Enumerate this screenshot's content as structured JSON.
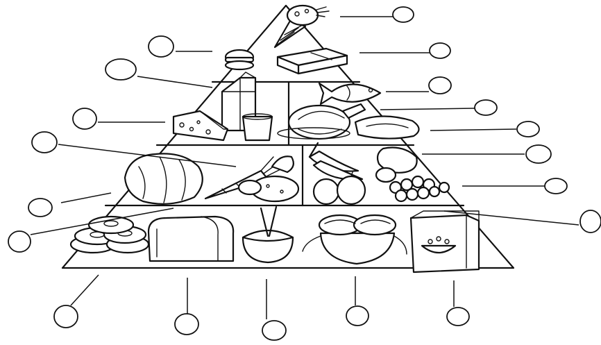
{
  "colors": {
    "ink": "#111111",
    "paper": "#ffffff"
  },
  "pyramid": {
    "levels": [
      {
        "name": "fats-oils-sweets",
        "icons": [
          "ice-cream-cone-icon",
          "butter-stick-icon",
          "burger-bun-icon"
        ]
      },
      {
        "name": "dairy-and-protein",
        "icons": [
          "milk-carton-icon",
          "cheese-wedge-icon",
          "glass-of-milk-icon",
          "fish-icon",
          "roast-chicken-icon",
          "steak-icon"
        ]
      },
      {
        "name": "vegetables-and-fruits",
        "icons": [
          "cabbage-icon",
          "carrot-icon",
          "potato-icon",
          "banana-bunch-icon",
          "orange-icon",
          "pear-icon",
          "grapes-icon"
        ]
      },
      {
        "name": "grains",
        "icons": [
          "bagels-icon",
          "bread-loaf-icon",
          "rice-bowl-icon",
          "pasta-bowl-icon",
          "cereal-box-icon"
        ]
      }
    ]
  },
  "blank_labels": {
    "count": 19
  }
}
